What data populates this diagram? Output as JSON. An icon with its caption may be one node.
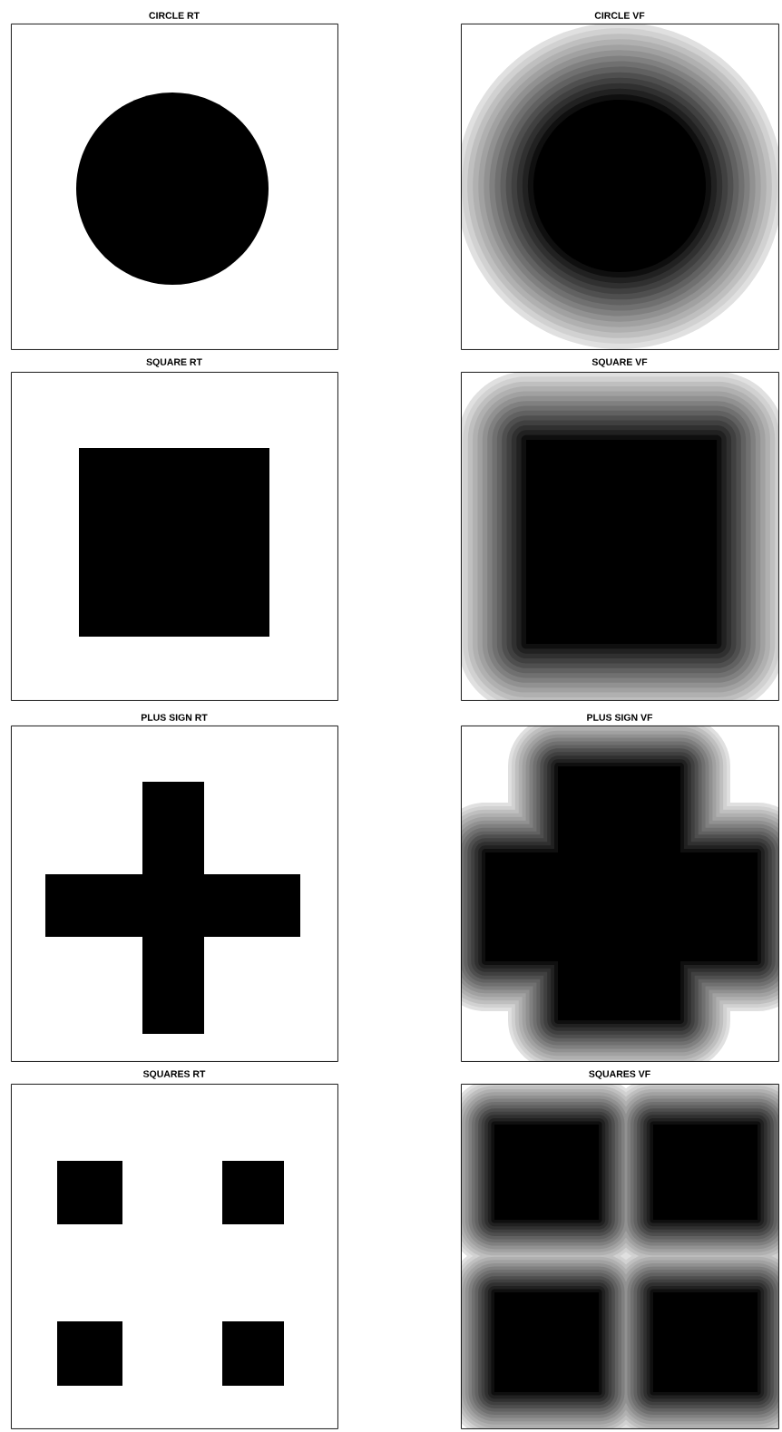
{
  "diagram": {
    "nodes": [
      {
        "text": [
          "CIRCLE RT"
        ]
      },
      {
        "text": [
          "CIRCLE VF"
        ]
      },
      {
        "text": [
          "SQUARE RT"
        ]
      },
      {
        "text": [
          "SQUARE VF"
        ]
      },
      {
        "text": [
          "PLUS SIGN RT"
        ]
      },
      {
        "text": [
          "PLUS SIGN VF"
        ]
      },
      {
        "text": [
          "SQUARES RT"
        ]
      },
      {
        "text": [
          "SQUARES VF"
        ]
      }
    ]
  }
}
